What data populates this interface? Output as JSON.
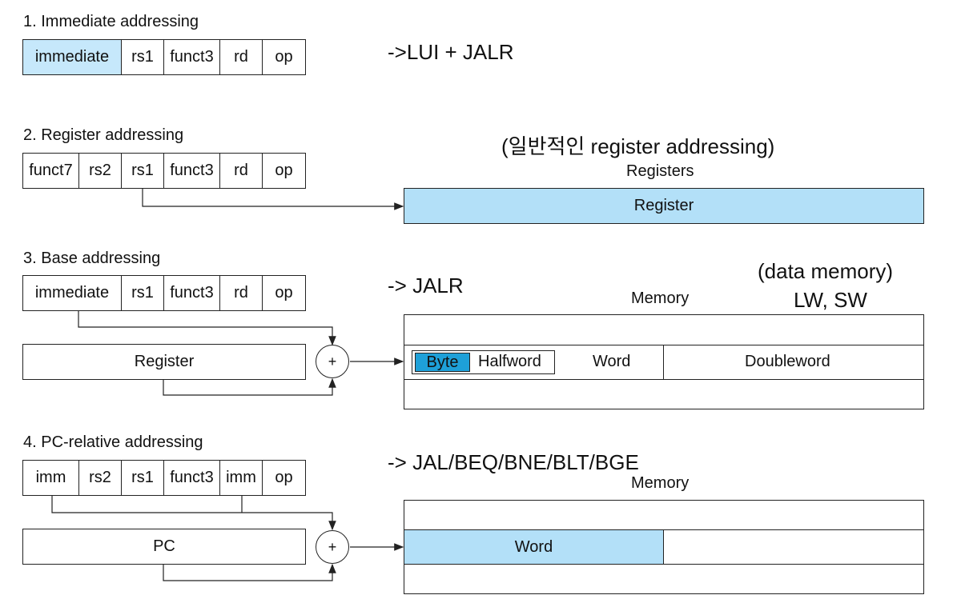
{
  "section1": {
    "title": "1.  Immediate addressing",
    "fields": [
      "immediate",
      "rs1",
      "funct3",
      "rd",
      "op"
    ],
    "note": "->LUI + JALR"
  },
  "section2": {
    "title": "2. Register addressing",
    "fields": [
      "funct7",
      "rs2",
      "rs1",
      "funct3",
      "rd",
      "op"
    ],
    "note": "(일반적인 register addressing)",
    "target_label": "Registers",
    "register_label": "Register"
  },
  "section3": {
    "title": "3.  Base addressing",
    "fields": [
      "immediate",
      "rs1",
      "funct3",
      "rd",
      "op"
    ],
    "note": "-> JALR",
    "note2_line1": "(data memory)",
    "note2_line2": "LW, SW",
    "memory_label": "Memory",
    "register_label": "Register",
    "adder": "+",
    "byte": "Byte",
    "halfword": "Halfword",
    "word": "Word",
    "doubleword": "Doubleword"
  },
  "section4": {
    "title": "4.  PC-relative addressing",
    "fields": [
      "imm",
      "rs2",
      "rs1",
      "funct3",
      "imm",
      "op"
    ],
    "note": "-> JAL/BEQ/BNE/BLT/BGE",
    "memory_label": "Memory",
    "pc_label": "PC",
    "adder": "+",
    "word": "Word"
  },
  "colors": {
    "immediate_fill": "#c6e8fb",
    "register_fill": "#b3e0f8",
    "byte_fill": "#1ea0d8",
    "doubleword_fill": "#d9f0fc"
  }
}
